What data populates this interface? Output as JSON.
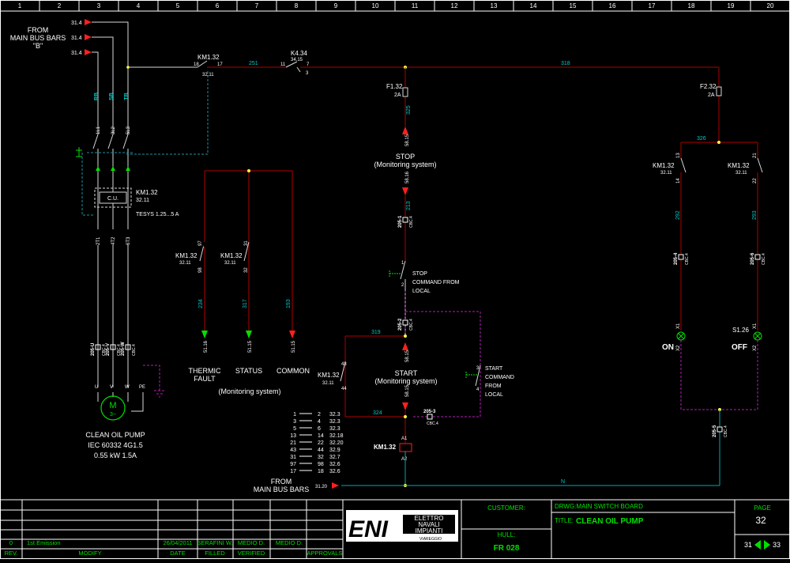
{
  "column_numbers": [
    "1",
    "2",
    "3",
    "4",
    "5",
    "6",
    "7",
    "8",
    "9",
    "10",
    "11",
    "12",
    "13",
    "14",
    "15",
    "16",
    "17",
    "18",
    "19",
    "20"
  ],
  "colors": {
    "wire_red": "#b00000",
    "wire_white": "#d8d8d8",
    "wire_cyan": "#00aab0",
    "dashed_cyan": "#1f8f9f",
    "dashed_magenta": "#b020b0",
    "arrow_red": "#ff2020",
    "arrow_green": "#00e000",
    "text_green": "#00e000"
  },
  "power": {
    "from_label_1": "FROM",
    "from_label_2": "MAIN BUS BARS",
    "from_label_3": "\"B\"",
    "bus_refs": [
      "31.4",
      "31.4",
      "31.4"
    ],
    "phases": [
      "RB",
      "SB",
      "TB"
    ],
    "breaker_top": [
      "1L1",
      "3L2",
      "5L3"
    ],
    "breaker_bottom": [
      "2T1",
      "4T2",
      "6T3"
    ],
    "cu_label": "C.U.",
    "breaker_ref_1": "KM1.32",
    "breaker_ref_2": "32.11",
    "tesys": "TESYS 1.25...5 A",
    "terminals": [
      "205-U",
      "205-V",
      "205-W"
    ],
    "terminal_sheet": "CBC.4",
    "motor_terms": [
      "U",
      "V",
      "W",
      "PE"
    ],
    "motor_symbol_m": "M",
    "motor_symbol_3": "3~",
    "pump_name": "CLEAN OIL PUMP",
    "pump_spec_1": "IEC 60332 4G1.5",
    "pump_spec_2": "0.55 kW  1.5A"
  },
  "control": {
    "km_top_ref": "KM1.32",
    "km_top_pins_a": "18",
    "km_top_pins_b": "17",
    "km_top_sheet": "32.11",
    "wire_251": "251",
    "k4_ref": "K4.34",
    "k4_sheet": "34.15",
    "k4_pin_11": "11",
    "k4_pin_7": "7",
    "k4_pin_3": "3",
    "wire_318": "318",
    "f1": "F1.32",
    "f1_rating": "2A",
    "f2": "F2.32",
    "f2_rating": "2A",
    "wire_325": "325",
    "stop_ref_a": "58.15",
    "stop_title": "STOP",
    "stop_sub": "(Monitoring system)",
    "stop_ref_b": "58.16",
    "wire_213": "213",
    "term_205_1": "205-1",
    "cbc": "CBC.4",
    "stop_local_1": "STOP",
    "stop_local_2": "COMMAND FROM",
    "stop_local_3": "LOCAL",
    "pin_1": "1",
    "pin_2": "2",
    "term_205_2": "205-2",
    "wire_319": "319",
    "start_ref_a": "58.15",
    "start_title": "START",
    "start_sub": "(Monitoring system)",
    "start_ref_b": "58.15",
    "km_hold_ref": "KM1.32",
    "km_hold_sheet": "32.11",
    "km_hold_pin_a": "43",
    "km_hold_pin_b": "44",
    "start_local_1": "START",
    "start_local_2": "COMMAND",
    "start_local_3": "FROM",
    "start_local_4": "LOCAL",
    "pin_3": "3",
    "pin_4": "4",
    "wire_324": "324",
    "term_205_3": "205-3",
    "coil_ref": "KM1.32",
    "coil_a1": "A1",
    "coil_a2": "A2",
    "from2_1": "FROM",
    "from2_2": "MAIN BUS BARS",
    "from2_ref": "31.20",
    "neutral": "N"
  },
  "contact_table": [
    [
      "1",
      "2",
      "32.3"
    ],
    [
      "3",
      "4",
      "32.3"
    ],
    [
      "5",
      "6",
      "32.3"
    ],
    [
      "13",
      "14",
      "32.18"
    ],
    [
      "21",
      "22",
      "32.20"
    ],
    [
      "43",
      "44",
      "32.9"
    ],
    [
      "31",
      "32",
      "32.7"
    ],
    [
      "97",
      "98",
      "32.6"
    ],
    [
      "17",
      "18",
      "32.6"
    ]
  ],
  "monitoring": {
    "km_97_ref": "KM1.32",
    "km_97_sheet": "32.11",
    "pin_97": "97",
    "pin_98": "98",
    "km_31_ref": "KM1.32",
    "km_31_sheet": "32.11",
    "pin_31": "31",
    "pin_32": "32",
    "wire_234": "234",
    "wire_317": "317",
    "wire_193": "193",
    "ref_thermic": "51.16",
    "ref_status": "51.15",
    "ref_common": "51.15",
    "thermic_1": "THERMIC",
    "thermic_2": "FAULT",
    "status": "STATUS",
    "common": "COMMON",
    "sub": "(Monitoring system)"
  },
  "lamps": {
    "wire_326": "326",
    "km_l_ref": "KM1.32",
    "km_l_sheet": "32.11",
    "pin_13": "13",
    "pin_14": "14",
    "km_r_ref": "KM1.32",
    "km_r_sheet": "32.11",
    "pin_21": "21",
    "pin_22": "22",
    "wire_292": "292",
    "wire_293": "293",
    "term_205_4": "205-4",
    "term_205_6": "205-6",
    "cbc": "CBC.4",
    "x1": "X1",
    "x2": "X2",
    "on": "ON",
    "off": "OFF",
    "s_ref": "S1.26",
    "term_205_5": "205-5"
  },
  "title_block": {
    "rev_num": "0",
    "rev_desc": "1st Emission",
    "date": "26/04/2011",
    "filled": "SERAFINI W.",
    "verified": "MEDIO D.",
    "approvals": "MEDIO D.",
    "h_rev": "REV.",
    "h_modify": "MODIFY",
    "h_date": "DATE",
    "h_filled": "FILLED",
    "h_verified": "VERIFIED",
    "h_approvals": "APPROVALS",
    "logo_eni": "ENI",
    "logo_l1": "ELETTRO",
    "logo_l2": "NAVALI",
    "logo_l3": "IMPIANTI",
    "logo_city": "VIAREGGIO",
    "customer_label": "CUSTOMER:",
    "hull_label": "HULL:",
    "hull_value": "FR 028",
    "drwg": "DRWG:MAIN SWITCH BOARD",
    "title_label": "TITLE:",
    "title_value": "CLEAN OIL PUMP",
    "page_label": "PAGE",
    "page_value": "32",
    "prev_page": "31",
    "next_page": "33"
  }
}
